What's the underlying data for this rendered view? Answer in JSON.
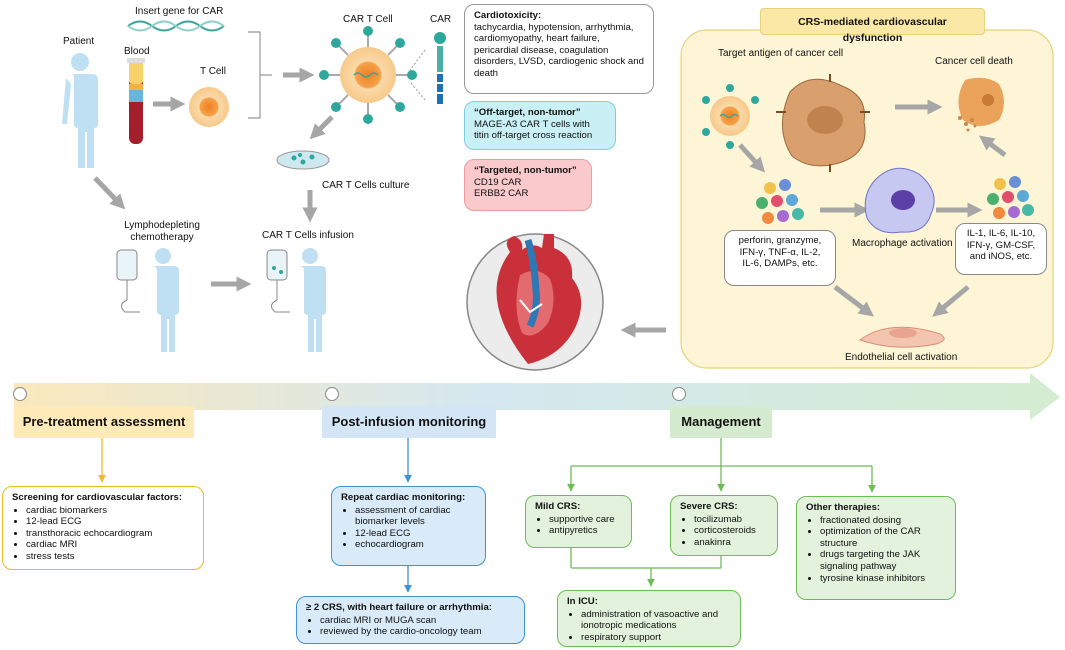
{
  "top": {
    "patient": "Patient",
    "insert_gene": "Insert gene for CAR",
    "blood": "Blood",
    "t_cell": "T Cell",
    "car_t_cell": "CAR T Cell",
    "car": "CAR",
    "culture": "CAR T Cells culture",
    "lymphodepleting": "Lymphodepleting\nchemotherapy",
    "infusion": "CAR T Cells infusion"
  },
  "cardiotoxicity": {
    "title": "Cardiotoxicity:",
    "text": "tachycardia, hypotension, arrhythmia, cardiomyopathy, heart failure, pericardial disease, coagulation disorders, LVSD, cardiogenic shock and death"
  },
  "off_target": {
    "title": "“Off-target, non-tumor”",
    "text": "MAGE-A3 CAR T cells with titin off-target cross reaction"
  },
  "targeted": {
    "title": "“Targeted, non-tumor”",
    "lines": [
      "CD19 CAR",
      "ERBB2 CAR"
    ]
  },
  "crs": {
    "title": "CRS-mediated cardiovascular dysfunction",
    "target_antigen": "Target antigen of cancer cell",
    "cancer_death": "Cancer cell death",
    "macrophage": "Macrophage activation",
    "endothelial": "Endothelial cell activation",
    "cytokines_left": "perforin, granzyme,\nIFN-γ, TNF-α, IL-2,\nIL-6, DAMPs, etc.",
    "cytokines_right": "IL-1, IL-6, IL-10,\nIFN-γ, GM-CSF,\nand iNOS, etc."
  },
  "phases": {
    "pre": "Pre-treatment assessment",
    "post": "Post-infusion monitoring",
    "management": "Management"
  },
  "screening": {
    "title": "Screening for cardiovascular factors:",
    "items": [
      "cardiac biomarkers",
      "12-lead ECG",
      "transthoracic echocardiogram",
      "cardiac MRI",
      "stress tests"
    ]
  },
  "repeat": {
    "title": "Repeat cardiac monitoring:",
    "items": [
      "assessment of cardiac biomarker levels",
      "12-lead ECG",
      "echocardiogram"
    ]
  },
  "crs2": {
    "title": "≥ 2 CRS, with heart failure or arrhythmia:",
    "items": [
      "cardiac MRI or MUGA scan",
      "reviewed by the cardio-oncology team"
    ]
  },
  "mild": {
    "title": "Mild CRS:",
    "items": [
      "supportive care",
      "antipyretics"
    ]
  },
  "severe": {
    "title": "Severe CRS:",
    "items": [
      "tocilizumab",
      "corticosteroids",
      "anakinra"
    ]
  },
  "other": {
    "title": "Other therapies:",
    "items": [
      "fractionated dosing",
      "optimization of the CAR structure",
      "drugs targeting the JAK signaling pathway",
      "tyrosine kinase inhibitors"
    ]
  },
  "icu": {
    "title": "In ICU:",
    "items": [
      "administration of vasoactive and ionotropic medications",
      "respiratory support"
    ]
  },
  "colors": {
    "cardio_border": "#999999",
    "off_target_bg": "#c8f0f5",
    "targeted_bg": "#f9c9cc",
    "crs_panel_bg": "#fdf5d6",
    "crs_title_bg": "#fbe8a6",
    "pre_bg": "#fdeab8",
    "post_bg": "#d4e6f5",
    "management_bg": "#d5ebcf",
    "screening_border": "#f2b926",
    "blue_border": "#3d93d6",
    "green_border": "#6cbd55",
    "t_cell": "#f5a04a",
    "antigen": "#2fa89c"
  }
}
